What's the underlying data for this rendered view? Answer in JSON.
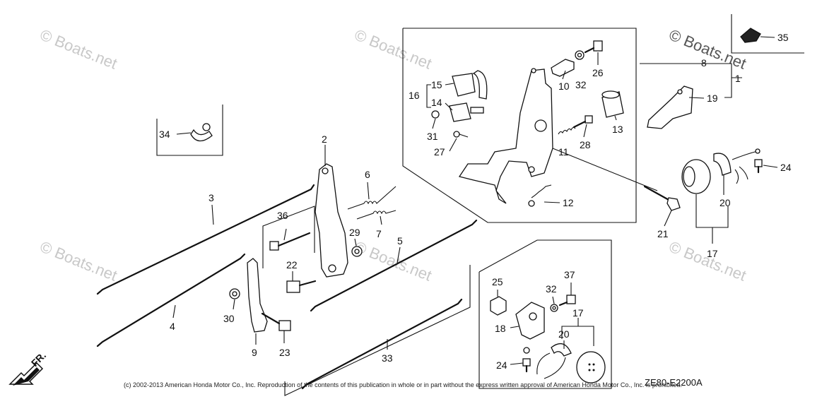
{
  "watermark": "© Boats.net",
  "copyright": "(c) 2002-2013 American Honda Motor Co., Inc. Reproduction of the contents of this publication in whole or in part without the express written approval of American Honda Motor Co., Inc. is prohibited.",
  "diagram_code": "ZE80-E2200A",
  "front_label": "FR.",
  "labels": {
    "p1": "1",
    "p2": "2",
    "p3": "3",
    "p4": "4",
    "p5": "5",
    "p6": "6",
    "p7": "7",
    "p8": "8",
    "p9": "9",
    "p10": "10",
    "p11": "11",
    "p12": "12",
    "p13": "13",
    "p14": "14",
    "p15": "15",
    "p16": "16",
    "p17a": "17",
    "p17b": "17",
    "p18": "18",
    "p19": "19",
    "p20a": "20",
    "p20b": "20",
    "p21": "21",
    "p22": "22",
    "p23": "23",
    "p24a": "24",
    "p24b": "24",
    "p25": "25",
    "p26": "26",
    "p27": "27",
    "p28": "28",
    "p29": "29",
    "p30": "30",
    "p31": "31",
    "p32a": "32",
    "p32b": "32",
    "p33": "33",
    "p34": "34",
    "p35": "35",
    "p36": "36",
    "p37": "37"
  }
}
